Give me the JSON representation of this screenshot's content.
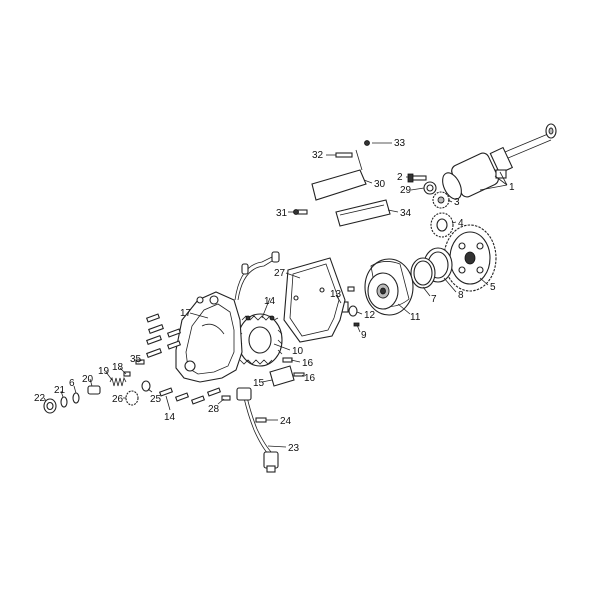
{
  "diagram": {
    "callouts": [
      {
        "id": "c1",
        "label": "1"
      },
      {
        "id": "c2",
        "label": "2"
      },
      {
        "id": "c3",
        "label": "3"
      },
      {
        "id": "c4",
        "label": "4"
      },
      {
        "id": "c5",
        "label": "5"
      },
      {
        "id": "c6",
        "label": "6"
      },
      {
        "id": "c7",
        "label": "7"
      },
      {
        "id": "c8",
        "label": "8"
      },
      {
        "id": "c9",
        "label": "9"
      },
      {
        "id": "c10",
        "label": "10"
      },
      {
        "id": "c11",
        "label": "11"
      },
      {
        "id": "c12",
        "label": "12"
      },
      {
        "id": "c13",
        "label": "13"
      },
      {
        "id": "c14a",
        "label": "14"
      },
      {
        "id": "c14b",
        "label": "14"
      },
      {
        "id": "c15",
        "label": "15"
      },
      {
        "id": "c16a",
        "label": "16"
      },
      {
        "id": "c16b",
        "label": "16"
      },
      {
        "id": "c17",
        "label": "17"
      },
      {
        "id": "c18",
        "label": "18"
      },
      {
        "id": "c19",
        "label": "19"
      },
      {
        "id": "c20",
        "label": "20"
      },
      {
        "id": "c21",
        "label": "21"
      },
      {
        "id": "c22",
        "label": "22"
      },
      {
        "id": "c23",
        "label": "23"
      },
      {
        "id": "c24",
        "label": "24"
      },
      {
        "id": "c25",
        "label": "25"
      },
      {
        "id": "c26",
        "label": "26"
      },
      {
        "id": "c27",
        "label": "27"
      },
      {
        "id": "c28",
        "label": "28"
      },
      {
        "id": "c29",
        "label": "29"
      },
      {
        "id": "c30",
        "label": "30"
      },
      {
        "id": "c31",
        "label": "31"
      },
      {
        "id": "c32",
        "label": "32"
      },
      {
        "id": "c33",
        "label": "33"
      },
      {
        "id": "c34",
        "label": "34"
      },
      {
        "id": "c35",
        "label": "35"
      }
    ]
  }
}
